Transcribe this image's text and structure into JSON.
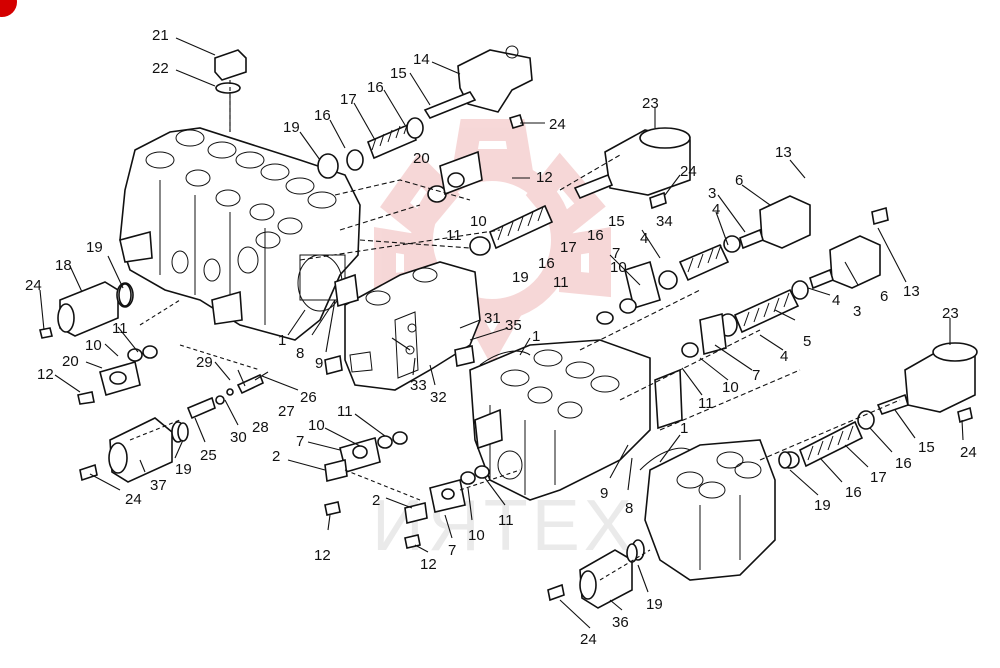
{
  "watermark": {
    "text": "ИЯТЕХ",
    "color": "#f3c8c8"
  },
  "corner_badge_color": "#d40000",
  "labels": [
    {
      "id": "l21a",
      "text": "21"
    },
    {
      "id": "l22a",
      "text": "22"
    },
    {
      "id": "l14a",
      "text": "14"
    },
    {
      "id": "l15a",
      "text": "15"
    },
    {
      "id": "l16a",
      "text": "16"
    },
    {
      "id": "l17a",
      "text": "17"
    },
    {
      "id": "l16b",
      "text": "16"
    },
    {
      "id": "l19a",
      "text": "19"
    },
    {
      "id": "l24a",
      "text": "24"
    },
    {
      "id": "l23a",
      "text": "23"
    },
    {
      "id": "l20a",
      "text": "20"
    },
    {
      "id": "l12a",
      "text": "12"
    },
    {
      "id": "l24b",
      "text": "24"
    },
    {
      "id": "l13a",
      "text": "13"
    },
    {
      "id": "l6a",
      "text": "6"
    },
    {
      "id": "l3a",
      "text": "3"
    },
    {
      "id": "l4a",
      "text": "4"
    },
    {
      "id": "l34a",
      "text": "34"
    },
    {
      "id": "l15b",
      "text": "15"
    },
    {
      "id": "l16c",
      "text": "16"
    },
    {
      "id": "l17b",
      "text": "17"
    },
    {
      "id": "l11a",
      "text": "11"
    },
    {
      "id": "l10a",
      "text": "10"
    },
    {
      "id": "l19b",
      "text": "19"
    },
    {
      "id": "l16d",
      "text": "16"
    },
    {
      "id": "l7a",
      "text": "7"
    },
    {
      "id": "l4b",
      "text": "4"
    },
    {
      "id": "l11b",
      "text": "11"
    },
    {
      "id": "l10b",
      "text": "10"
    },
    {
      "id": "l13b",
      "text": "13"
    },
    {
      "id": "l6b",
      "text": "6"
    },
    {
      "id": "l3b",
      "text": "3"
    },
    {
      "id": "l4c",
      "text": "4"
    },
    {
      "id": "l5a",
      "text": "5"
    },
    {
      "id": "l4d",
      "text": "4"
    },
    {
      "id": "l7b",
      "text": "7"
    },
    {
      "id": "l10c",
      "text": "10"
    },
    {
      "id": "l11c",
      "text": "11"
    },
    {
      "id": "l23b",
      "text": "23"
    },
    {
      "id": "l19c",
      "text": "19"
    },
    {
      "id": "l18a",
      "text": "18"
    },
    {
      "id": "l24c",
      "text": "24"
    },
    {
      "id": "l11d",
      "text": "11"
    },
    {
      "id": "l10d",
      "text": "10"
    },
    {
      "id": "l20b",
      "text": "20"
    },
    {
      "id": "l12b",
      "text": "12"
    },
    {
      "id": "l1a",
      "text": "1"
    },
    {
      "id": "l8a",
      "text": "8"
    },
    {
      "id": "l9a",
      "text": "9"
    },
    {
      "id": "l31a",
      "text": "31"
    },
    {
      "id": "l35a",
      "text": "35"
    },
    {
      "id": "l1b",
      "text": "1"
    },
    {
      "id": "l33a",
      "text": "33"
    },
    {
      "id": "l32a",
      "text": "32"
    },
    {
      "id": "l29a",
      "text": "29"
    },
    {
      "id": "l28a",
      "text": "28"
    },
    {
      "id": "l27a",
      "text": "27"
    },
    {
      "id": "l26a",
      "text": "26"
    },
    {
      "id": "l30a",
      "text": "30"
    },
    {
      "id": "l25a",
      "text": "25"
    },
    {
      "id": "l11e",
      "text": "11"
    },
    {
      "id": "l10e",
      "text": "10"
    },
    {
      "id": "l7c",
      "text": "7"
    },
    {
      "id": "l2a",
      "text": "2"
    },
    {
      "id": "l19d",
      "text": "19"
    },
    {
      "id": "l37a",
      "text": "37"
    },
    {
      "id": "l24d",
      "text": "24"
    },
    {
      "id": "l1c",
      "text": "1"
    },
    {
      "id": "l9b",
      "text": "9"
    },
    {
      "id": "l8b",
      "text": "8"
    },
    {
      "id": "l2b",
      "text": "2"
    },
    {
      "id": "l10f",
      "text": "10"
    },
    {
      "id": "l11f",
      "text": "11"
    },
    {
      "id": "l7d",
      "text": "7"
    },
    {
      "id": "l12c",
      "text": "12"
    },
    {
      "id": "l12d",
      "text": "12"
    },
    {
      "id": "l15c",
      "text": "15"
    },
    {
      "id": "l16e",
      "text": "16"
    },
    {
      "id": "l17c",
      "text": "17"
    },
    {
      "id": "l16f",
      "text": "16"
    },
    {
      "id": "l19e",
      "text": "19"
    },
    {
      "id": "l24e",
      "text": "24"
    },
    {
      "id": "l19f",
      "text": "19"
    },
    {
      "id": "l36a",
      "text": "36"
    },
    {
      "id": "l24f",
      "text": "24"
    }
  ]
}
